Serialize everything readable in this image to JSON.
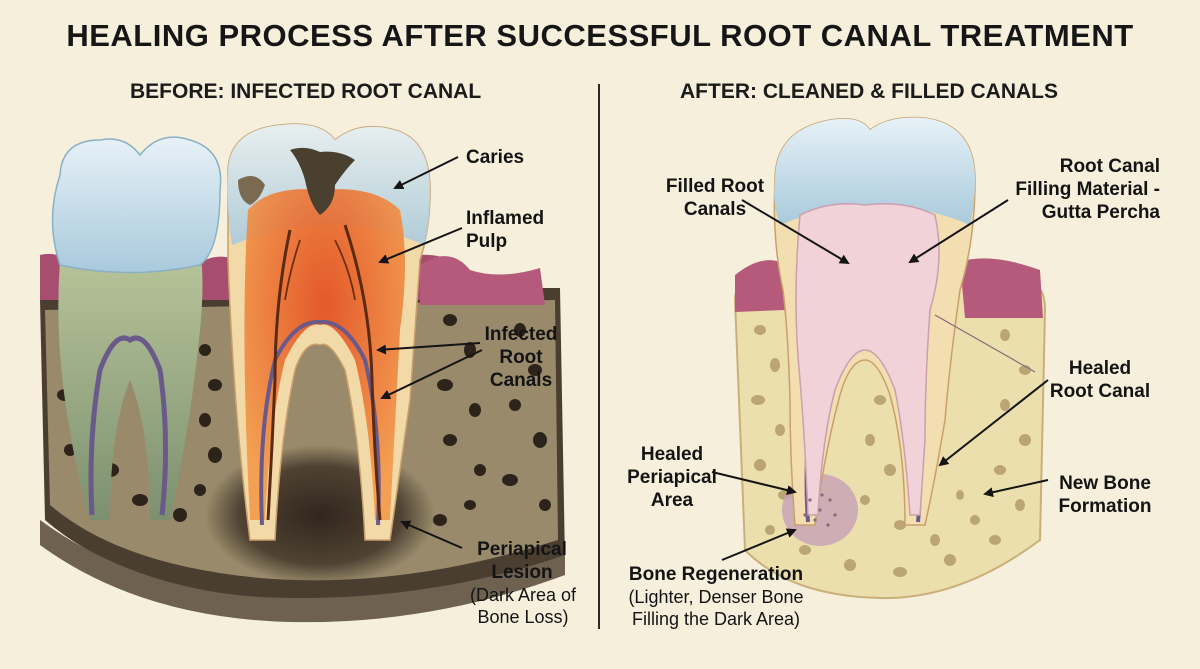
{
  "title": "HEALING PROCESS AFTER SUCCESSFUL ROOT CANAL TREATMENT",
  "before": {
    "heading": "BEFORE: INFECTED ROOT CANAL",
    "labels": {
      "caries": "Caries",
      "inflamed_1": "Inflamed",
      "inflamed_2": "Pulp",
      "infected_1": "Infected",
      "infected_2": "Root",
      "infected_3": "Canals",
      "lesion_1": "Periapical",
      "lesion_2": "Lesion",
      "lesion_3": "(Dark Area of",
      "lesion_4": "Bone Loss)"
    }
  },
  "after": {
    "heading": "AFTER: CLEANED & FILLED CANALS",
    "labels": {
      "filled_1": "Filled Root",
      "filled_2": "Canals",
      "gutta_1": "Root Canal",
      "gutta_2": "Filling Material -",
      "gutta_3": "Gutta Percha",
      "healed_rc_1": "Healed",
      "healed_rc_2": "Root Canal",
      "periapical_1": "Healed",
      "periapical_2": "Periapical",
      "periapical_3": "Area",
      "newbone_1": "New Bone",
      "newbone_2": "Formation",
      "regen_1": "Bone Regeneration",
      "regen_2": "(Lighter, Denser Bone",
      "regen_3": "Filling the Dark Area)"
    }
  },
  "colors": {
    "background": "#f6efdc",
    "enamel": "#cfe3ee",
    "dentin": "#f2d9a8",
    "inflamed_pulp": "#e8642a",
    "healthy_pulp": "#f1d2d8",
    "gum": "#b55a7a",
    "bone": "#eadcab",
    "bone_dark": "#3b3328"
  }
}
